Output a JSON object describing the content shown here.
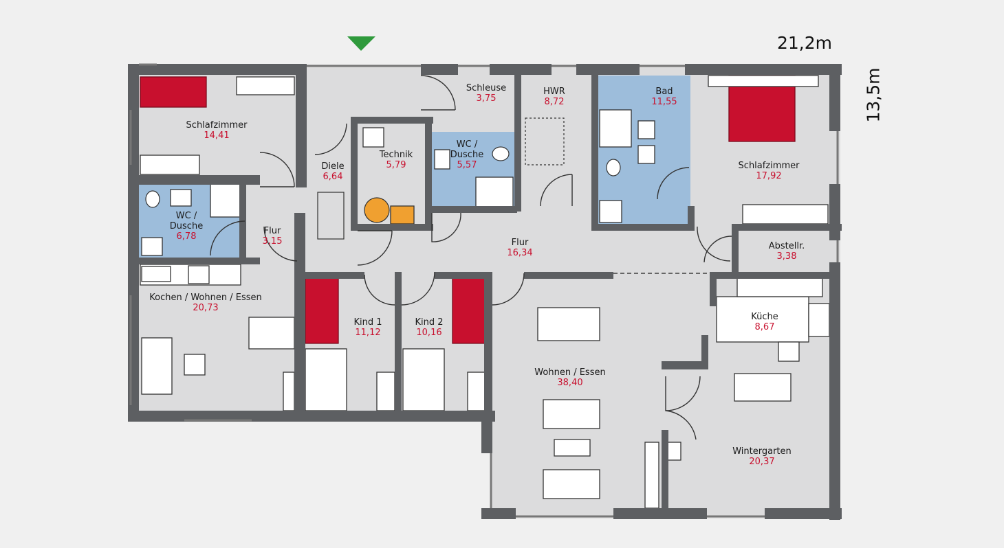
{
  "colors": {
    "background": "#f0f0f0",
    "floor": "#dcdcdd",
    "wall": "#5d5f62",
    "wet_room": "#9dbddb",
    "bed": "#c8102e",
    "area_text": "#c8102e",
    "heating": "#f0a030",
    "entrance_marker": "#2f9a3c"
  },
  "dimensions": {
    "width": "21,2m",
    "height": "13,5m"
  },
  "entrance_icon": "entrance-arrow-icon",
  "rooms": [
    {
      "id": "schlafzimmer-west",
      "name": "Schlafzimmer",
      "area": "14,41"
    },
    {
      "id": "wc-dusche-west",
      "name": [
        "WC /",
        "Dusche"
      ],
      "area": "6,78"
    },
    {
      "id": "flur-west",
      "name": "Flur",
      "area": "3,15"
    },
    {
      "id": "diele",
      "name": "Diele",
      "area": "6,64"
    },
    {
      "id": "technik",
      "name": "Technik",
      "area": "5,79"
    },
    {
      "id": "schleuse",
      "name": "Schleuse",
      "area": "3,75"
    },
    {
      "id": "wc-dusche-mitte",
      "name": [
        "WC /",
        "Dusche"
      ],
      "area": "5,57"
    },
    {
      "id": "hwr",
      "name": "HWR",
      "area": "8,72"
    },
    {
      "id": "bad",
      "name": "Bad",
      "area": "11,55"
    },
    {
      "id": "schlafzimmer-ost",
      "name": "Schlafzimmer",
      "area": "17,92"
    },
    {
      "id": "flur-mitte",
      "name": "Flur",
      "area": "16,34"
    },
    {
      "id": "abstellr",
      "name": "Abstellr.",
      "area": "3,38"
    },
    {
      "id": "kochen-wohnen-essen",
      "name": "Kochen / Wohnen / Essen",
      "area": "20,73"
    },
    {
      "id": "kind-1",
      "name": "Kind 1",
      "area": "11,12"
    },
    {
      "id": "kind-2",
      "name": "Kind 2",
      "area": "10,16"
    },
    {
      "id": "kueche",
      "name": "Küche",
      "area": "8,67"
    },
    {
      "id": "wohnen-essen",
      "name": "Wohnen / Essen",
      "area": "38,40"
    },
    {
      "id": "wintergarten",
      "name": "Wintergarten",
      "area": "20,37"
    }
  ]
}
